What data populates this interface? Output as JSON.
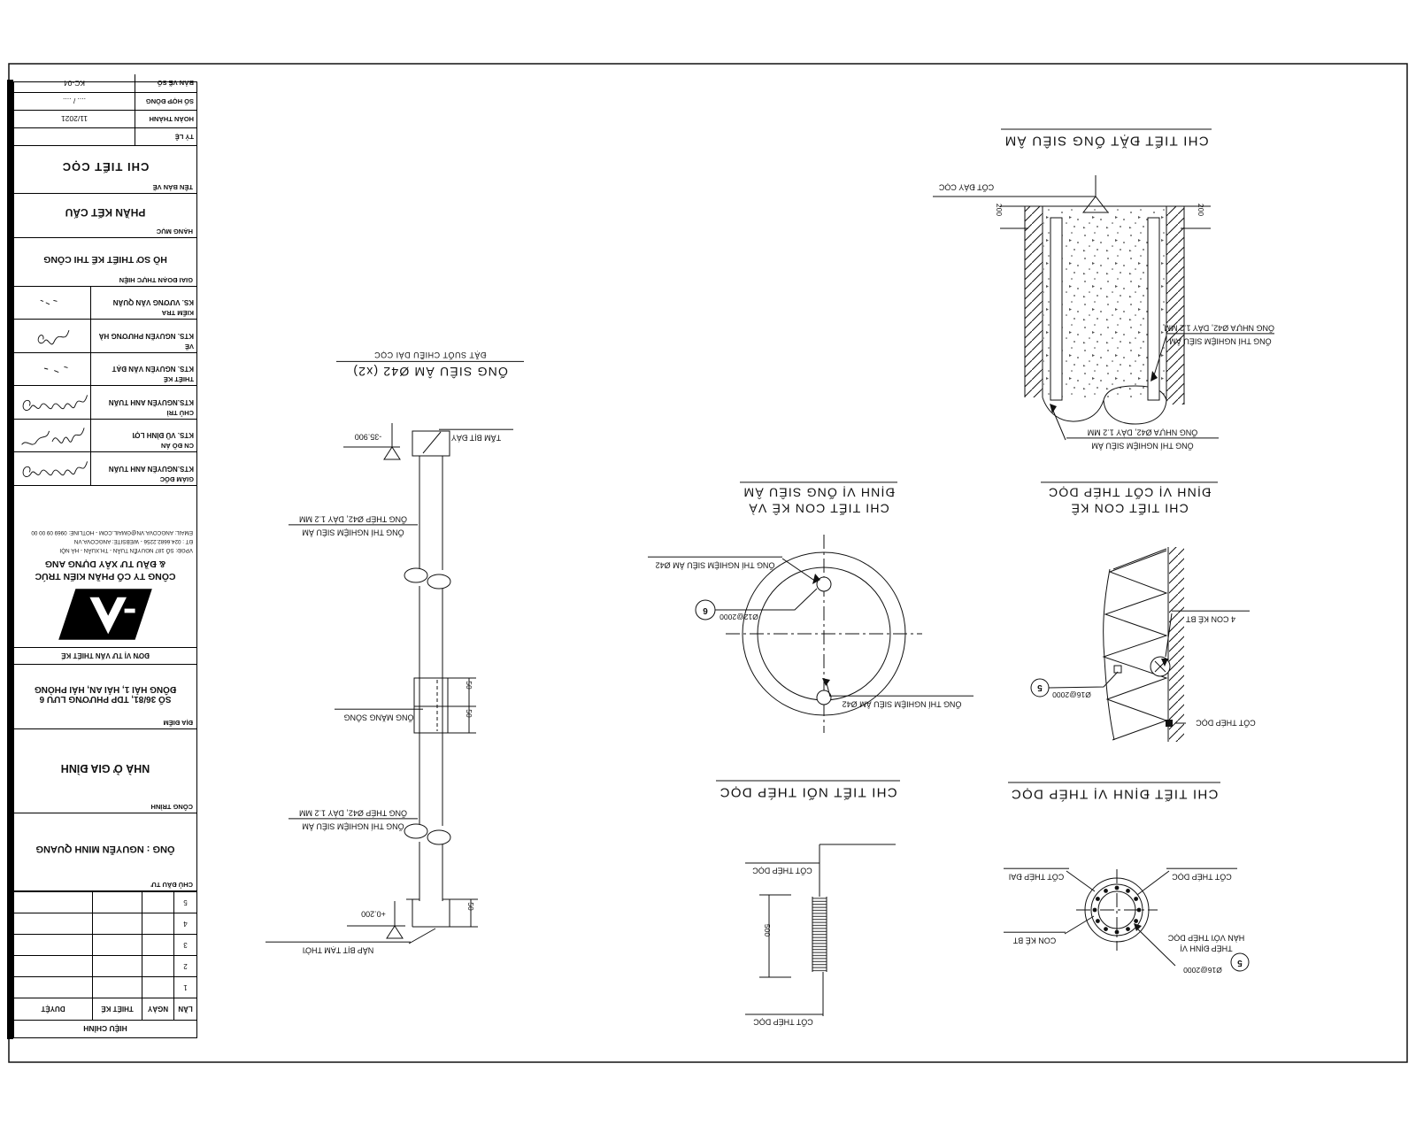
{
  "sheet": {
    "info": {
      "scale_label": "TỶ LỆ",
      "scale_value": "",
      "finish_label": "HOÀN THÀNH",
      "finish_value": "11/2021",
      "contract_label": "SỐ HỢP ĐỒNG",
      "contract_value": ".... / ....",
      "number_label": "BẢN VẼ SỐ",
      "number_value": "KC-04"
    },
    "drawing_name": {
      "label": "TÊN BẢN VẼ",
      "value": "CHI TIẾT CỌC"
    },
    "category": {
      "label": "HẠNG MỤC",
      "value": "PHẦN KẾT CẤU"
    },
    "stage": {
      "label": "GIAI ĐOẠN THỰC HIỆN",
      "value": "HỒ SƠ THIẾT KẾ THI CÔNG"
    },
    "signatures": [
      {
        "role": "GIÁM ĐỐC",
        "name": "KTS.NGUYỄN ANH TUẤN"
      },
      {
        "role": "CN ĐỒ ÁN",
        "name": "KTS. VŨ ĐÌNH LỢI"
      },
      {
        "role": "CHỦ TRÌ",
        "name": "KTS.NGUYỄN ANH TUẤN"
      },
      {
        "role": "THIẾT KẾ",
        "name": "KTS. NGUYỄN VĂN ĐẠT"
      },
      {
        "role": "VẼ",
        "name": "KTS. NGUYỄN PHƯƠNG HÀ"
      },
      {
        "role": "KIỂM TRA",
        "name": "KS. VƯƠNG VĂN QUÂN"
      }
    ],
    "company": {
      "name_line1": "CÔNG TY CỔ PHẦN KIẾN TRÚC",
      "name_line2": "& ĐẦU TƯ XÂY DỰNG ANG",
      "contact_line1": "VPGĐ:  SỐ 187 NGUYỄN TUÂN - TH.XUÂN - HÀ NỘI",
      "contact_line2": "ĐT     :  024.6682.2256 - WEBSITE: ANGCOVA.VN",
      "contact_line3": "EMAIL: ANGCOVA.VN@GMAIL.COM - HOTLINE: 0969 09 00 00",
      "unit_label": "ĐƠN VỊ TƯ VẤN THIẾT KẾ"
    },
    "location": {
      "label": "ĐỊA ĐIỂM",
      "line1": "SỐ 36/81, TDP PHƯƠNG LƯU 6",
      "line2": "ĐÔNG HẢI 1, HẢI AN, HẢI PHÒNG"
    },
    "project": {
      "label": "CÔNG TRÌNH",
      "value": "NHÀ Ở GIA ĐÌNH"
    },
    "client": {
      "label": "CHỦ ĐẦU TƯ",
      "value": "ÔNG : NGUYỄN MINH QUANG"
    },
    "revisions": {
      "headers": [
        "LẦN",
        "NGÀY",
        "THIẾT KẾ",
        "DUYỆT"
      ],
      "rows": [
        "1",
        "2",
        "3",
        "4",
        "5"
      ],
      "footer": "HIỆU CHỈNH"
    }
  },
  "details": {
    "sonic_placement": {
      "title": "CHI TIẾT ĐẶT ỐNG SIÊU ÂM",
      "level_label": "CỐT ĐÁY CỌC",
      "dim_left": "200",
      "dim_right": "200",
      "label_right_line1": "ỐNG THÍ NGHIỆM SIÊU ÂM",
      "label_right_line2": "ỐNG NHỰA Ø42, DÀY 1.2 MM",
      "label_bottom_line1": "ỐNG THÍ NGHIỆM SIÊU ÂM",
      "label_bottom_line2": "ỐNG NHỰA Ø42, DÀY 1.2 MM"
    },
    "sonic_tube": {
      "title": "ỐNG SIÊU ÂM Ø42 (x2)",
      "subtitle": "ĐẶT SUỐT CHIỀU DÀI CỌC",
      "level_top": "-35.900",
      "level_bottom": "+0.200",
      "cap_top_label": "TẤM BỊT ĐÁY",
      "cap_bottom_label": "NẮP BỊT TẠM THỜI",
      "pipe_label_line1": "ỐNG THÍ NGHIỆM SIÊU ÂM",
      "pipe_label_line2": "ỐNG THÉP Ø42, DÀY 1.2 MM",
      "pipe_label2_line1": "ỐNG THÍ NGHIỆM SIÊU ÂM",
      "pipe_label2_line2": "ỐNG THÉP Ø42, DÀY 1.2 MM",
      "coupler_label": "ỐNG MĂNG SÔNG",
      "dim_50a": "50",
      "dim_50b": "50",
      "dim_50c": "50"
    },
    "spacer_sonic": {
      "title_line1": "CHI TIẾT CON KÊ VÀ",
      "title_line2": "ĐỊNH VỊ ỐNG SIÊU ÂM",
      "label_top": "ỐNG THÍ NGHIỆM SIÊU ÂM Ø42",
      "label_bottom": "ỐNG THÍ NGHIỆM SIÊU ÂM Ø42",
      "balloon": "6",
      "balloon_text": "Ø12@2000"
    },
    "spacer_rebar": {
      "title_line1": "CHI TIẾT CON KÊ",
      "title_line2": "ĐỊNH VỊ CỐT THÉP DỌC",
      "label_spacer": "4 CON KÊ BT",
      "balloon": "5",
      "balloon_text": "Ø16@2000",
      "label_bar": "CỐT THÉP DỌC"
    },
    "splice": {
      "title": "CHI TIẾT NỐI THÉP DỌC",
      "label_top": "CỐT THÉP DỌC",
      "label_bottom": "CỐT THÉP DỌC",
      "dim": "500"
    },
    "positioning": {
      "title": "CHI TIẾT ĐỊNH VỊ THÉP DỌC",
      "label_stirrup": "CỐT THÉP ĐAI",
      "label_main": "CỐT THÉP DỌC",
      "label_spacer": "CON KÊ BT",
      "label_pos_line1": "THÉP ĐỊNH VỊ",
      "label_pos_line2": "HÀN VỚI THÉP DỌC",
      "balloon": "5",
      "balloon_text": "Ø16@2000"
    }
  }
}
